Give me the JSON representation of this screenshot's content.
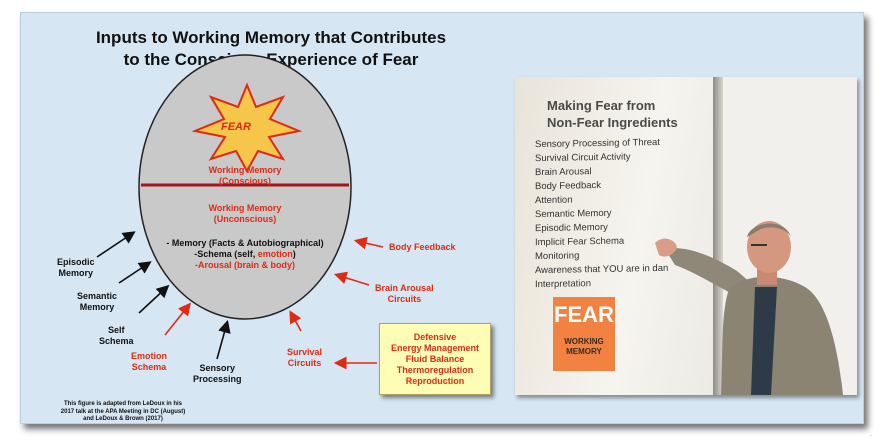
{
  "title": {
    "line1": "Inputs to Working Memory that Contributes",
    "line2": "to the Conscious Experience of Fear"
  },
  "star_label": "FEAR",
  "circle": {
    "conscious_line1": "Working Memory",
    "conscious_line2": "(Conscious)",
    "unconscious_line1": "Working Memory",
    "unconscious_line2": "(Unconscious)",
    "memory_line": "- Memory (Facts & Autobiographical)",
    "schema_prefix": "-Schema (self, ",
    "schema_emotion": "emotion",
    "schema_suffix": ")",
    "arousal_line": "-Arousal (brain & body)"
  },
  "inputs_left": [
    {
      "line1": "Episodic",
      "line2": "Memory",
      "color": "black"
    },
    {
      "line1": "Semantic",
      "line2": "Memory",
      "color": "black"
    },
    {
      "line1": "Self",
      "line2": "Schema",
      "color": "black"
    },
    {
      "line1": "Emotion",
      "line2": "Schema",
      "color": "red"
    },
    {
      "line1": "Sensory",
      "line2": "Processing",
      "color": "black"
    }
  ],
  "inputs_right": [
    {
      "line1": "Body Feedback",
      "line2": "",
      "color": "red"
    },
    {
      "line1": "Brain Arousal",
      "line2": "Circuits",
      "color": "red"
    },
    {
      "line1": "Survival",
      "line2": "Circuits",
      "color": "red"
    }
  ],
  "survival_box": [
    "Defensive",
    "Energy Management",
    "Fluid Balance",
    "Thermoregulation",
    "Reproduction"
  ],
  "credit": [
    "This figure is adapted from LeDoux in his",
    "2017 talk at the APA Meeting in DC (August)",
    "and LeDoux & Brown (2017)"
  ],
  "photo": {
    "slide_title_line1": "Making Fear from",
    "slide_title_line2": "Non-Fear Ingredients",
    "ingredients": [
      "Sensory Processing of Threat",
      "Survival Circuit Activity",
      "Brain Arousal",
      "Body Feedback",
      "Attention",
      "Semantic Memory",
      "Episodic Memory",
      "Implicit Fear Schema",
      "Monitoring",
      "Awareness that YOU are in dan",
      "Interpretation"
    ],
    "fear_box_big": "FEAR",
    "fear_box_small_line1": "WORKING",
    "fear_box_small_line2": "MEMORY"
  },
  "colors": {
    "background": "#d6e6f3",
    "circle_fill": "#c9c9c9",
    "divider": "#a3161c",
    "accent_red": "#e02a14",
    "star_fill": "#f6c64a",
    "box_fill": "#fdfdb6",
    "slide_orange": "#f28242"
  }
}
